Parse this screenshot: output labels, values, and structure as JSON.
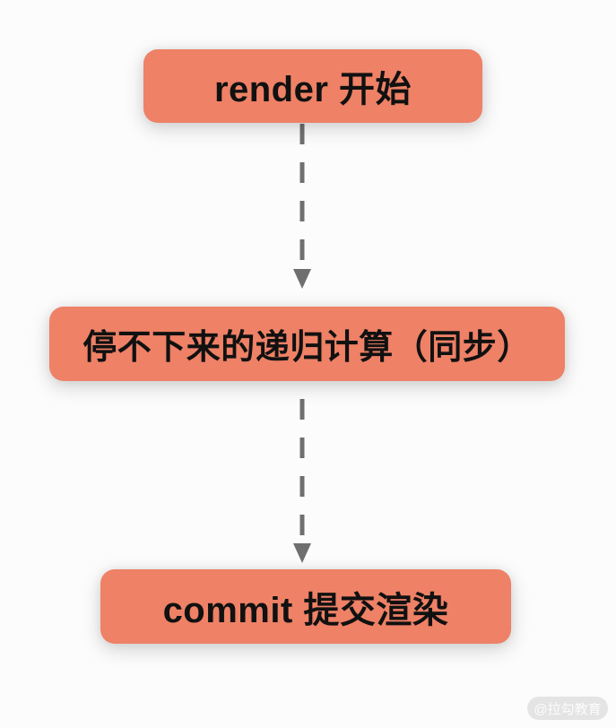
{
  "diagram": {
    "type": "flowchart",
    "nodes": [
      {
        "id": "render-start",
        "label": "render 开始"
      },
      {
        "id": "recursive-computation",
        "label": "停不下来的递归计算（同步）"
      },
      {
        "id": "commit-render",
        "label": "commit 提交渲染"
      }
    ],
    "edges": [
      {
        "from": "render-start",
        "to": "recursive-computation",
        "style": "dashed",
        "direction": "down"
      },
      {
        "from": "recursive-computation",
        "to": "commit-render",
        "style": "dashed",
        "direction": "down"
      }
    ],
    "colors": {
      "background": "#fcfcfc",
      "node_fill": "#ee8166",
      "node_text": "#111111",
      "arrow": "#6f6f6f",
      "watermark_bg": "#e4e4e4",
      "watermark_text": "#fcfcfc"
    }
  },
  "watermark": {
    "label": "@拉勾教育"
  }
}
